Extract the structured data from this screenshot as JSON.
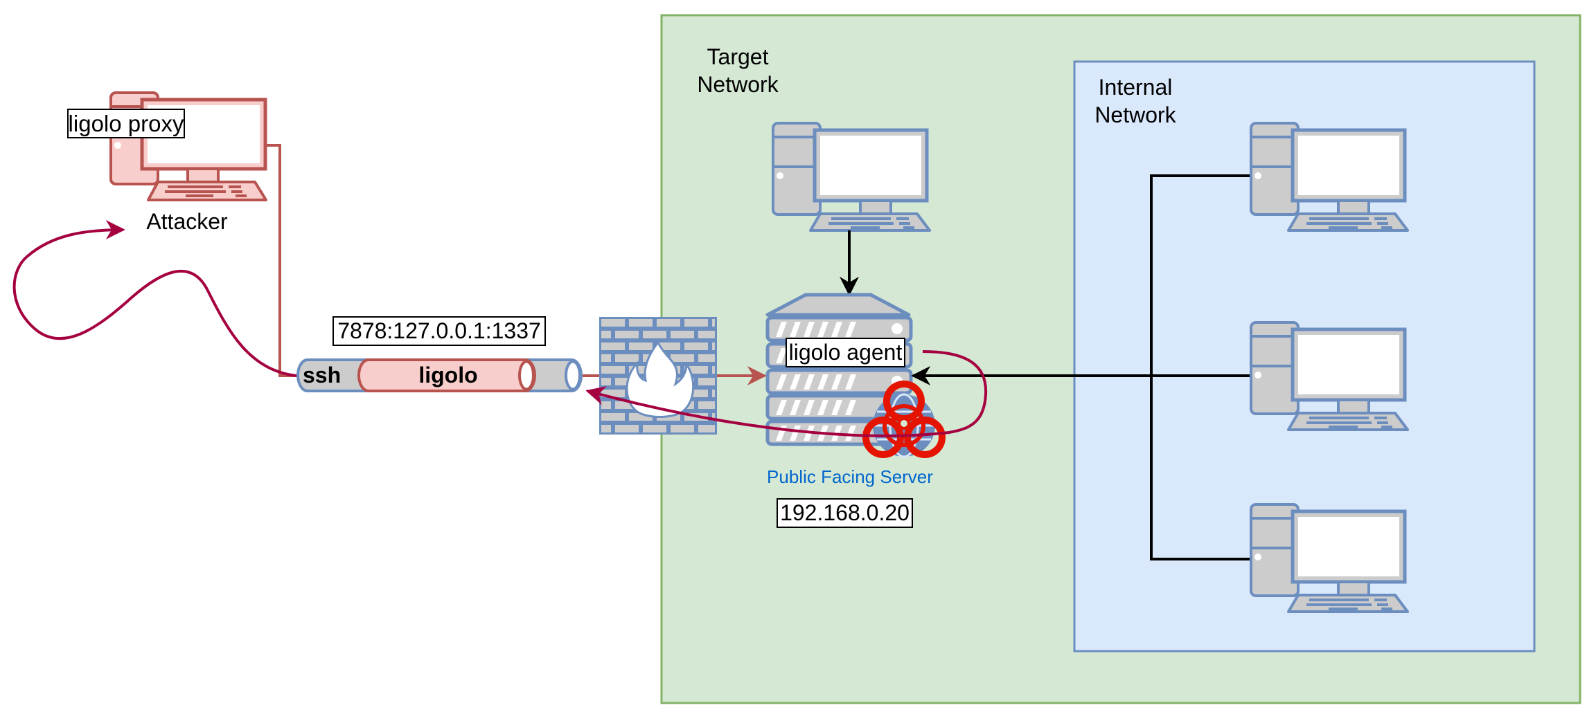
{
  "diagram": {
    "title": "ligolo-ng pivoting via SSH tunnel",
    "colors": {
      "attacker_stroke": "#B85450",
      "attacker_fill": "#F8CECC",
      "device_stroke": "#6C8EBF",
      "device_fill": "#CCCCCC",
      "target_network_fill": "#D5E8D4",
      "target_network_stroke": "#82B366",
      "internal_network_fill": "#DAE8FC",
      "internal_network_stroke": "#6C8EBF",
      "return_path": "#A50040",
      "server_label": "#0066CC",
      "biohazard": "#E51400"
    },
    "attacker": {
      "label": "Attacker",
      "tool_label": "ligolo proxy"
    },
    "tunnel": {
      "outer_label": "ssh",
      "inner_label": "ligolo",
      "port_forward_label": "7878:127.0.0.1:1337"
    },
    "firewall": {
      "icon": "firewall-icon"
    },
    "target_network": {
      "label_line1": "Target",
      "label_line2": "Network",
      "workstation_icon": "desktop-pc-icon",
      "server": {
        "label": "Public Facing Server",
        "agent_label": "ligolo agent",
        "ip": "192.168.0.20",
        "icon": "server-rack-icon",
        "compromise_icon": "biohazard-icon"
      }
    },
    "internal_network": {
      "label_line1": "Internal",
      "label_line2": "Network",
      "hosts": [
        {
          "icon": "desktop-pc-icon"
        },
        {
          "icon": "desktop-pc-icon"
        },
        {
          "icon": "desktop-pc-icon"
        }
      ]
    }
  }
}
